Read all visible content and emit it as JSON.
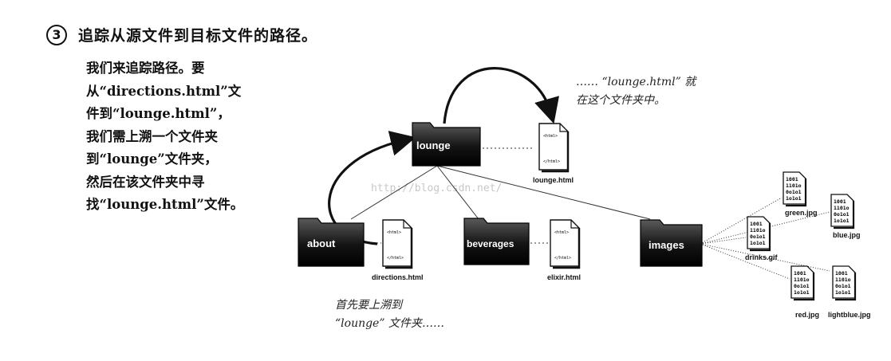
{
  "step": {
    "number": "3",
    "title": "追踪从源文件到目标文件的路径。"
  },
  "paragraph": {
    "lines": [
      "我们来追踪路径。要",
      "从“directions.html”文",
      "件到“lounge.html”，",
      "我们需上溯一个文件夹",
      "到“lounge”文件夹，",
      "然后在该文件夹中寻",
      "找“lounge.html”文件。"
    ]
  },
  "notes": {
    "top": [
      "…… “lounge.html” 就",
      "在这个文件夹中。"
    ],
    "bottom": [
      "首先要上溯到",
      "“lounge” 文件夹……"
    ]
  },
  "diagram": {
    "folders": {
      "lounge": "lounge",
      "about": "about",
      "beverages": "beverages",
      "images": "images"
    },
    "files": {
      "lounge_html": "lounge.html",
      "directions_html": "directions.html",
      "elixir_html": "elixir.html",
      "green_jpg": "green.jpg",
      "blue_jpg": "blue.jpg",
      "drinks_gif": "drinks.gif",
      "red_jpg": "red.jpg",
      "lightblue_jpg": "lightblue.jpg"
    },
    "file_tags": {
      "open": "<html>",
      "close": "</html>"
    },
    "image_glyph": [
      "1001",
      "1101o",
      "0o1o1",
      "1o1o1"
    ],
    "watermark": "http://blog.csdn.net/"
  }
}
